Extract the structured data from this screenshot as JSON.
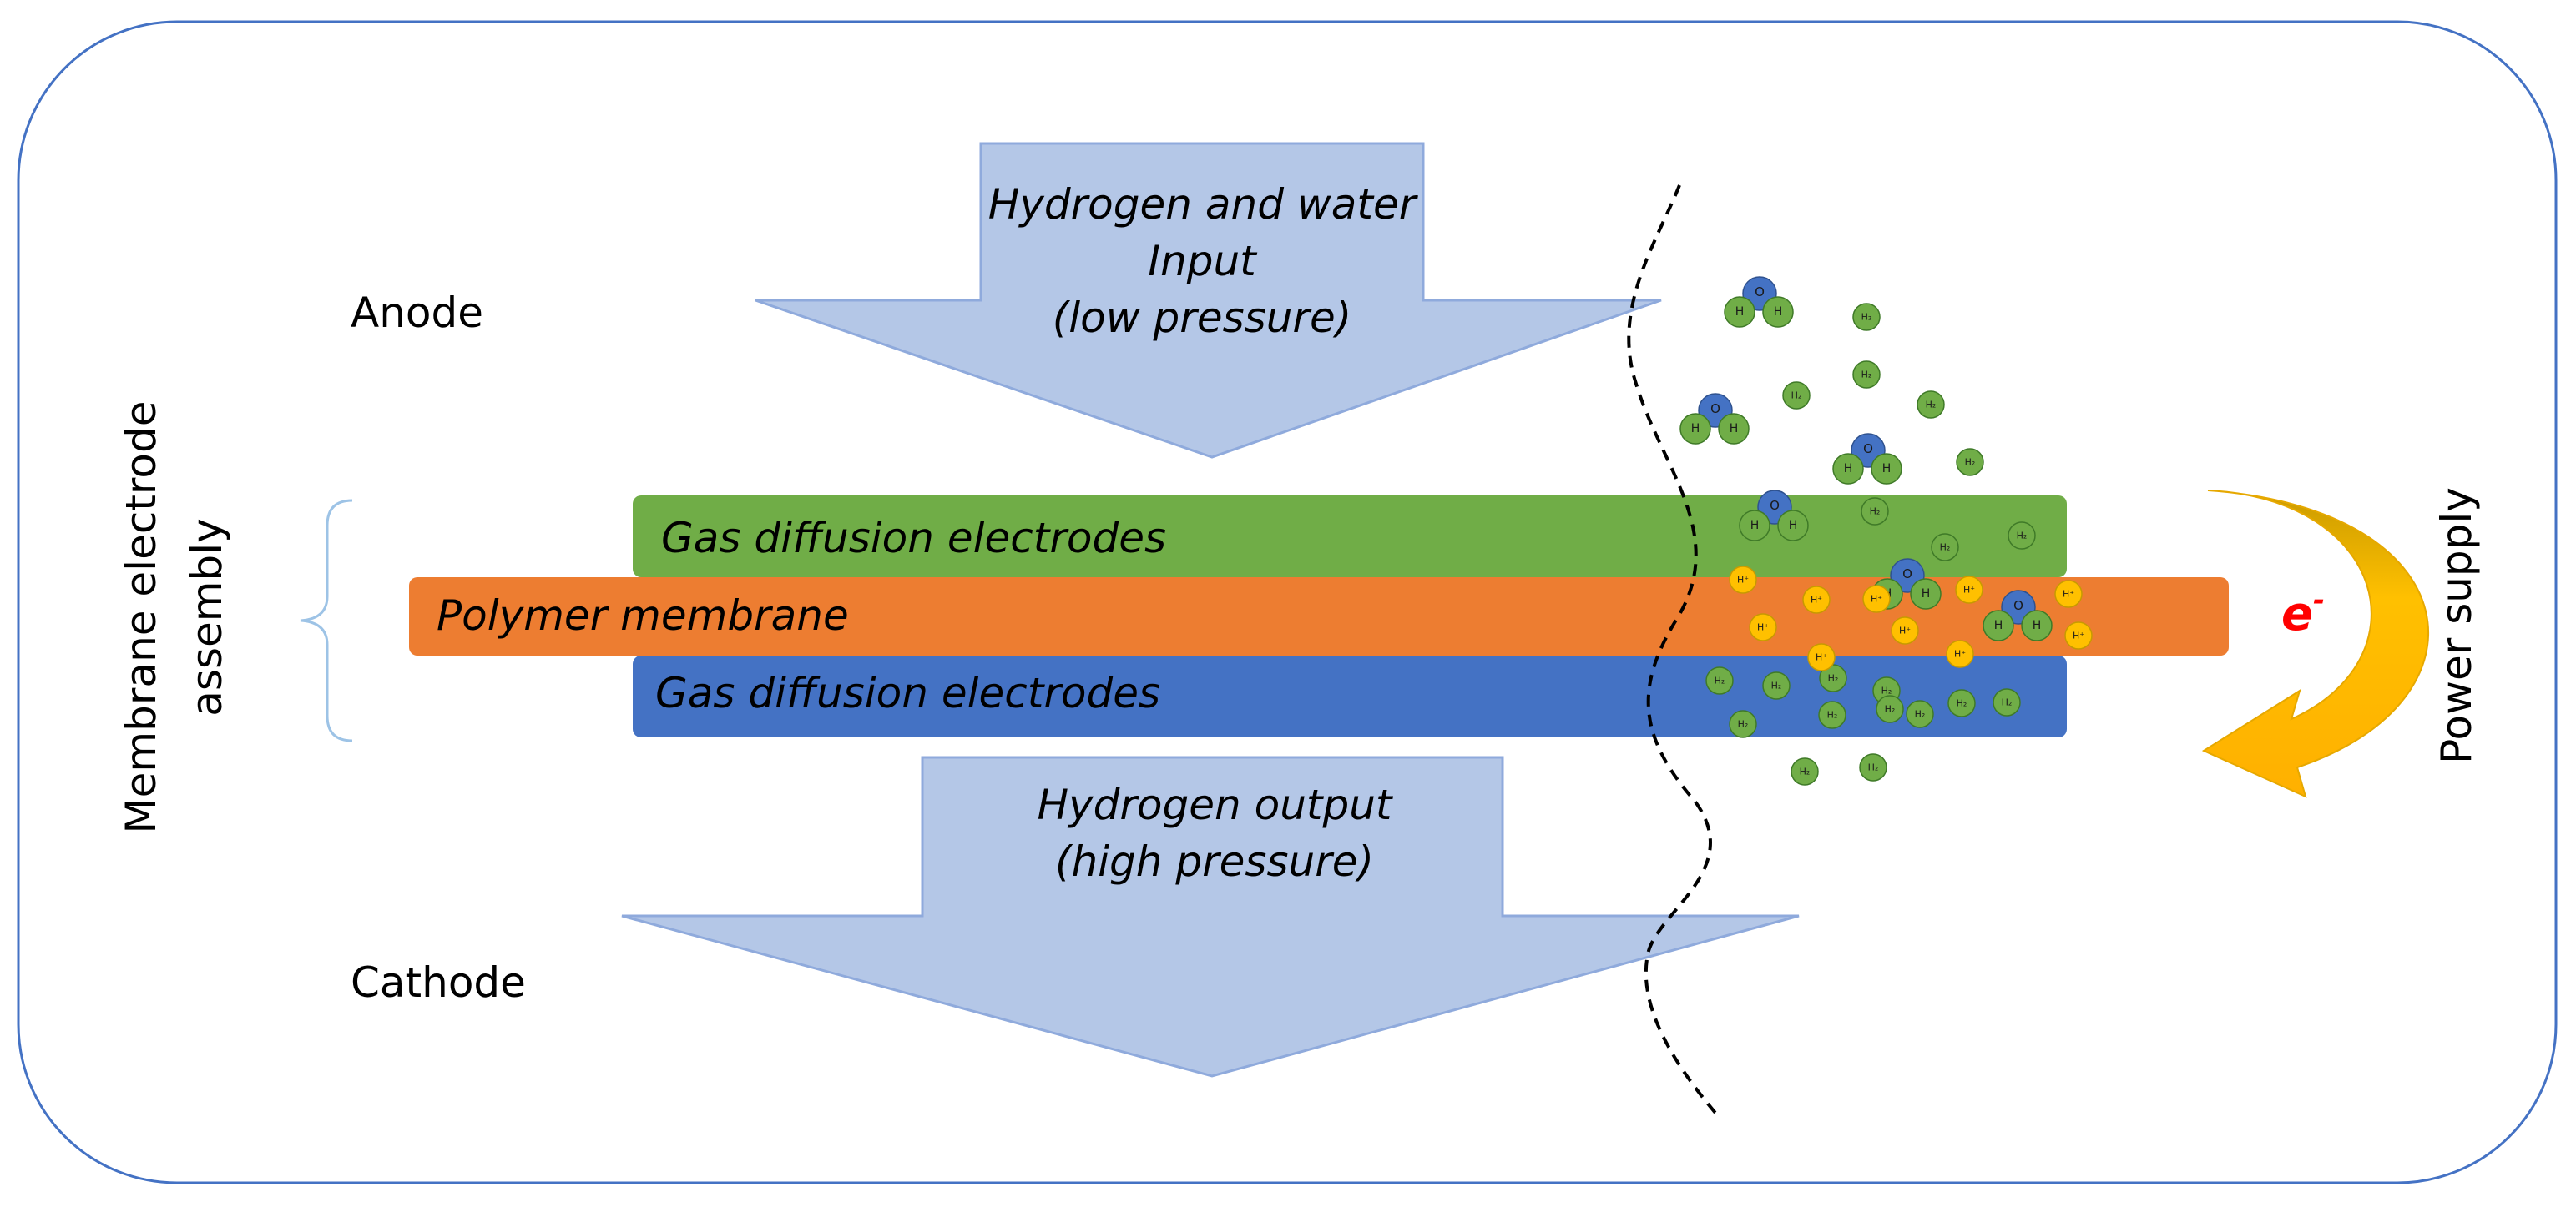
{
  "labels": {
    "anode": "Anode",
    "cathode": "Cathode",
    "mea_line1": "Membrane electrode",
    "mea_line2": "assembly",
    "power_supply": "Power supply",
    "electron_base": "e",
    "electron_sup": "-"
  },
  "arrows": {
    "input_line1": "Hydrogen and water",
    "input_line2": "Input",
    "input_line3": "(low pressure)",
    "output_line1": "Hydrogen output",
    "output_line2": "(high pressure)"
  },
  "layers": {
    "gde_top": "Gas diffusion electrodes",
    "membrane": "Polymer membrane",
    "gde_bottom": "Gas diffusion electrodes"
  },
  "molecule_labels": {
    "hydrogen_atom": "H",
    "oxygen_atom": "O",
    "proton": "H⁺",
    "h2": "H₂"
  },
  "colors": {
    "border": "#4472c4",
    "arrow_fill": "#b4c7e7",
    "arrow_stroke": "#8faadc",
    "gde_top": "#70ad47",
    "membrane": "#ed7d31",
    "gde_bottom": "#4472c4",
    "electron": "#ff0000",
    "proton": "#ffc000",
    "oxygen": "#4472c4",
    "h2": "#70ad47",
    "brace": "#9dc3e6"
  }
}
